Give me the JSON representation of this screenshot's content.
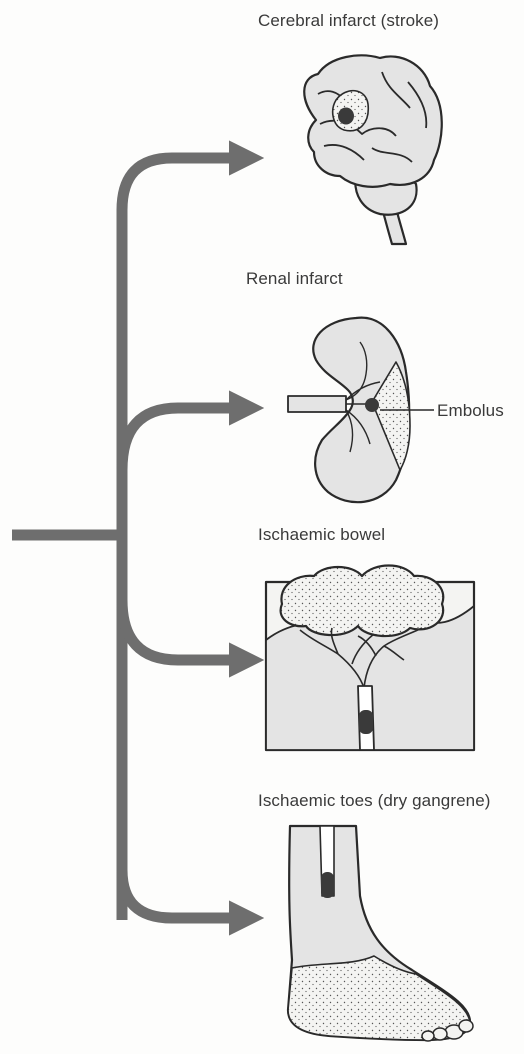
{
  "labels": {
    "stroke": "Cerebral infarct (stroke)",
    "renal": "Renal infarct",
    "embolus": "Embolus",
    "bowel": "Ischaemic bowel",
    "toes": "Ischaemic toes (dry gangrene)"
  },
  "colors": {
    "arrow": "#6e6e6e",
    "line": "#2a2a2a",
    "organ": "#e4e4e4",
    "embolus": "#3a3a3a",
    "background": "#fdfdfc"
  }
}
